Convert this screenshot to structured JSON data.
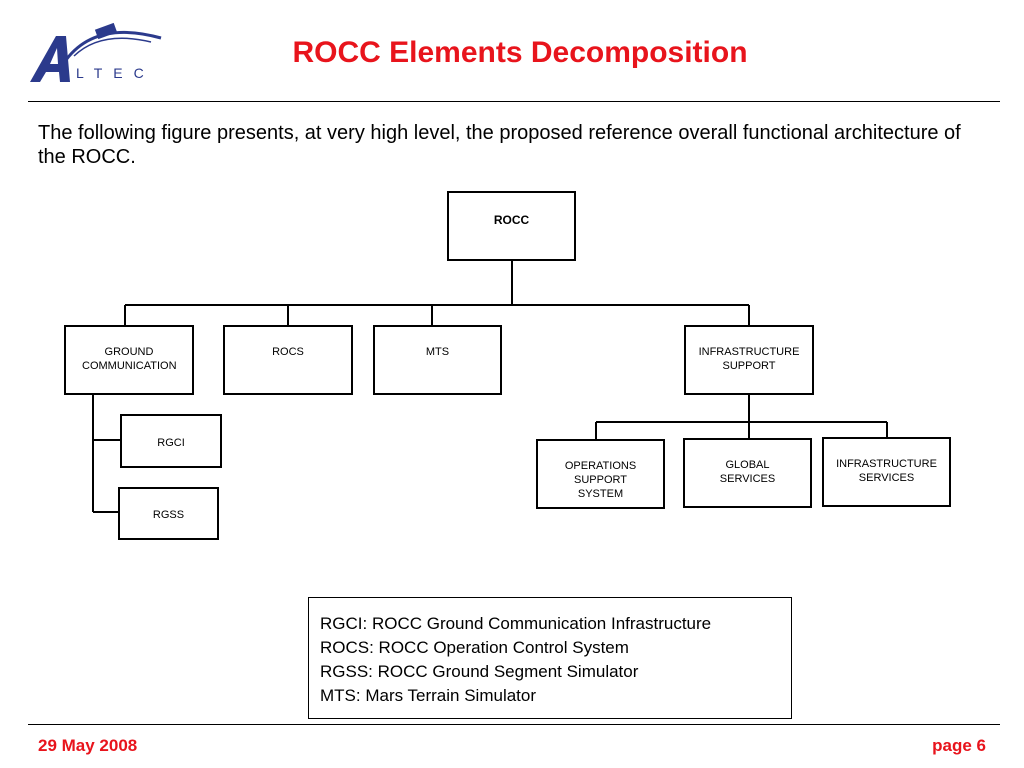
{
  "header": {
    "title": "ROCC Elements Decomposition",
    "logo_text": "ALTEC"
  },
  "intro": "The following figure presents, at very high level, the proposed reference overall functional architecture of the ROCC.",
  "diagram": {
    "root": "ROCC",
    "level1": [
      "GROUND COMMUNICATION",
      "ROCS",
      "MTS",
      "INFRASTRUCTURE SUPPORT"
    ],
    "ground_children": [
      "RGCI",
      "RGSS"
    ],
    "infra_children": [
      "OPERATIONS SUPPORT SYSTEM",
      "GLOBAL SERVICES",
      "INFRASTRUCTURE SERVICES"
    ]
  },
  "legend": [
    "RGCI: ROCC Ground Communication Infrastructure",
    "ROCS: ROCC Operation Control System",
    "RGSS: ROCC Ground Segment Simulator",
    "MTS: Mars Terrain Simulator"
  ],
  "footer": {
    "date": "29 May 2008",
    "page": "page 6"
  },
  "colors": {
    "accent": "#e8141c",
    "logo_blue": "#2b3a8c"
  }
}
